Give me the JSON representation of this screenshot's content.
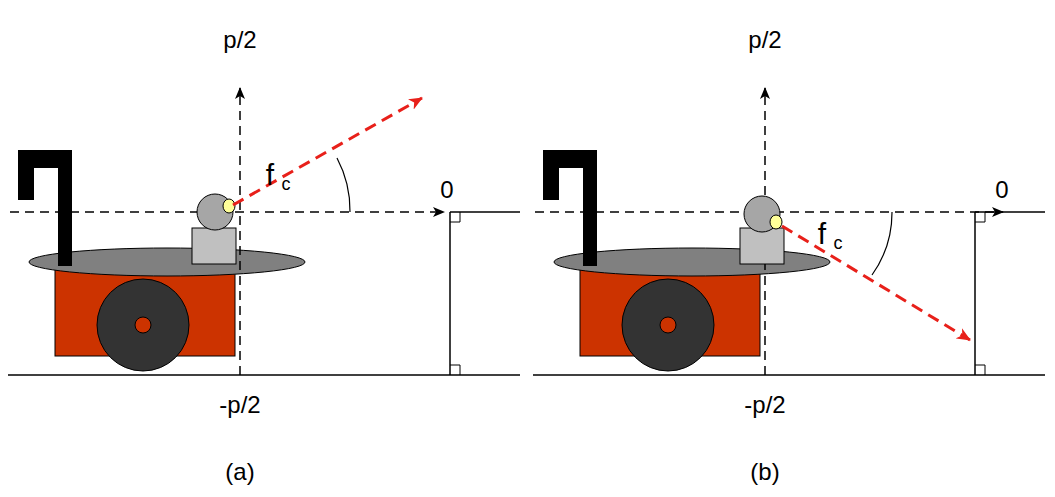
{
  "diagram": {
    "labels": [
      "p/2",
      "0",
      "-p/2",
      "f",
      "c",
      "(a)",
      "p/2",
      "0",
      "-p/2",
      "f",
      "c",
      "(b)"
    ]
  }
}
